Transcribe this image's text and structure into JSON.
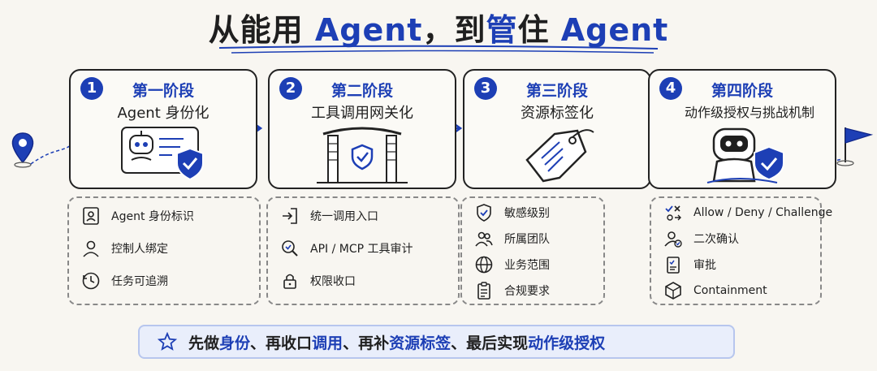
{
  "title": {
    "part1": "从能用 ",
    "agent1": "Agent",
    "part2": "，到",
    "guan": "管",
    "zhu": "住 ",
    "agent2": "Agent"
  },
  "stages": [
    {
      "number": "1",
      "label": "第一阶段",
      "subtitle": "Agent 身份化",
      "items": [
        "Agent 身份标识",
        "控制人绑定",
        "任务可追溯"
      ]
    },
    {
      "number": "2",
      "label": "第二阶段",
      "subtitle": "工具调用网关化",
      "items": [
        "统一调用入口",
        "API / MCP 工具审计",
        "权限收口"
      ]
    },
    {
      "number": "3",
      "label": "第三阶段",
      "subtitle": "资源标签化",
      "items": [
        "敏感级别",
        "所属团队",
        "业务范围",
        "合规要求"
      ]
    },
    {
      "number": "4",
      "label": "第四阶段",
      "subtitle": "动作级授权与挑战机制",
      "items": [
        "Allow / Deny / Challenge",
        "二次确认",
        "审批",
        "Containment"
      ]
    }
  ],
  "footer": {
    "t1": "先做",
    "h1": "身份",
    "t2": "、再收口",
    "h2": "调用",
    "t3": "、再补",
    "h3": "资源标签",
    "t4": "、最后实现",
    "h4": "动作级授权"
  },
  "colors": {
    "accent": "#1d3fb5",
    "background": "#f8f6f1",
    "footer_bg": "#e9eefb"
  }
}
